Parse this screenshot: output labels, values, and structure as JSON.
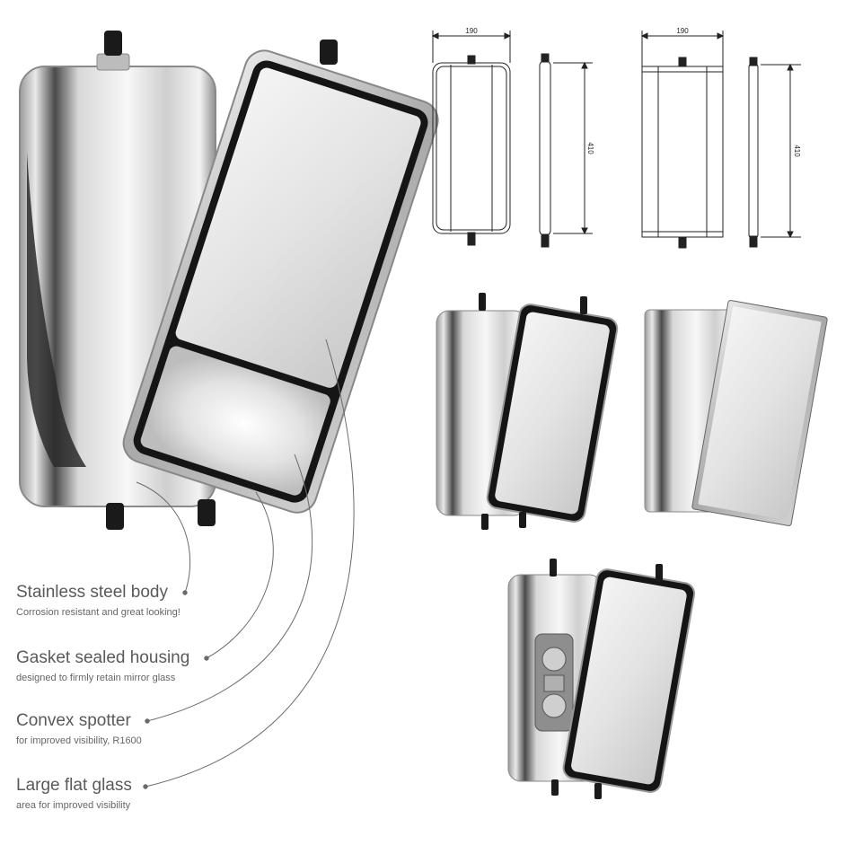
{
  "features": [
    {
      "title": "Stainless steel body",
      "description": "Corrosion resistant and great looking!"
    },
    {
      "title": "Gasket sealed housing",
      "description": "designed to firmly retain mirror glass"
    },
    {
      "title": "Convex spotter",
      "description": "for improved visibility, R1600"
    },
    {
      "title": "Large flat glass",
      "description": "area for improved visibility"
    }
  ],
  "drawings": [
    {
      "width_label": "190",
      "height_label": "410"
    },
    {
      "width_label": "190",
      "height_label": "410"
    }
  ],
  "colors": {
    "chrome_light": "#f2f2f2",
    "chrome_dark": "#5a5a5a",
    "frame": "#1a1a1a",
    "glass": "#e6e6e6",
    "callout_line": "#666666"
  }
}
